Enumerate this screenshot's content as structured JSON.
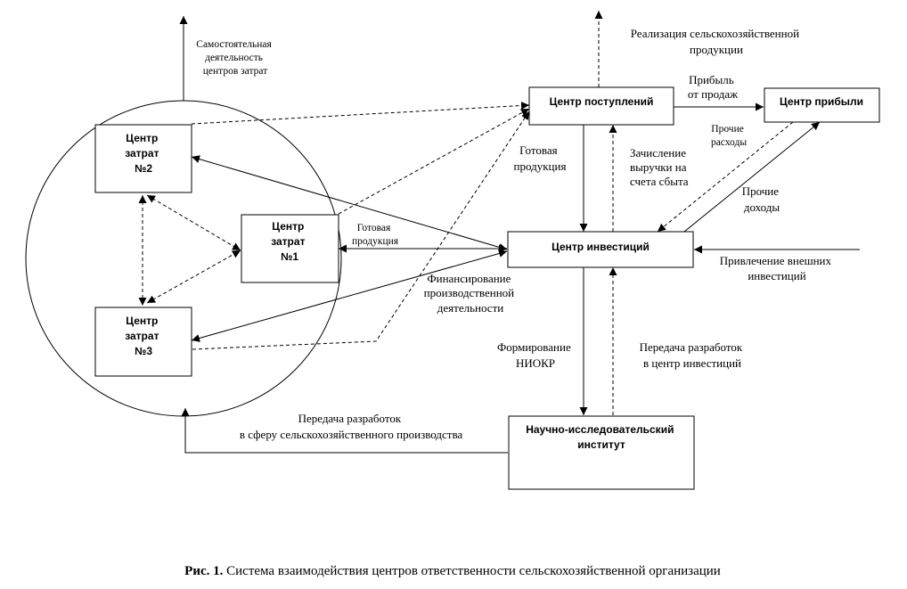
{
  "nodes": {
    "cost2": [
      "Центр",
      "затрат",
      "№2"
    ],
    "cost1": [
      "Центр",
      "затрат",
      "№1"
    ],
    "cost3": [
      "Центр",
      "затрат",
      "№3"
    ],
    "revenue": [
      "Центр поступлений"
    ],
    "profit": [
      "Центр прибыли"
    ],
    "investment": [
      "Центр инвестиций"
    ],
    "institute": [
      "Научно-исследовательский",
      "институт"
    ]
  },
  "labels": {
    "independent": [
      "Самостоятельная",
      "деятельность",
      "центров затрат"
    ],
    "sales": [
      "Реализация сельскохозяйственной",
      "продукции"
    ],
    "profit_sales": [
      "Прибыль",
      "от продаж"
    ],
    "other_expenses": [
      "Прочие",
      "расходы"
    ],
    "finished_products_right": [
      "Готовая",
      "продукция"
    ],
    "crediting": [
      "Зачисление",
      "выручки на",
      "счета сбыта"
    ],
    "other_income": [
      "Прочие",
      "доходы"
    ],
    "finished_products_left": [
      "Готовая",
      "продукция"
    ],
    "financing": [
      "Финансирование",
      "производственной",
      "деятельности"
    ],
    "external": [
      "Привлечение внешних",
      "инвестиций"
    ],
    "rnd": [
      "Формирование",
      "НИОКР"
    ],
    "transfer_invest": [
      "Передача разработок",
      "в центр инвестиций"
    ],
    "transfer_agri": [
      "Передача разработок",
      "в сферу сельскохозяйственного производства"
    ]
  },
  "caption": {
    "prefix": "Рис. 1.",
    "text": " Система взаимодействия центров ответственности сельскохозяйственной организации"
  }
}
